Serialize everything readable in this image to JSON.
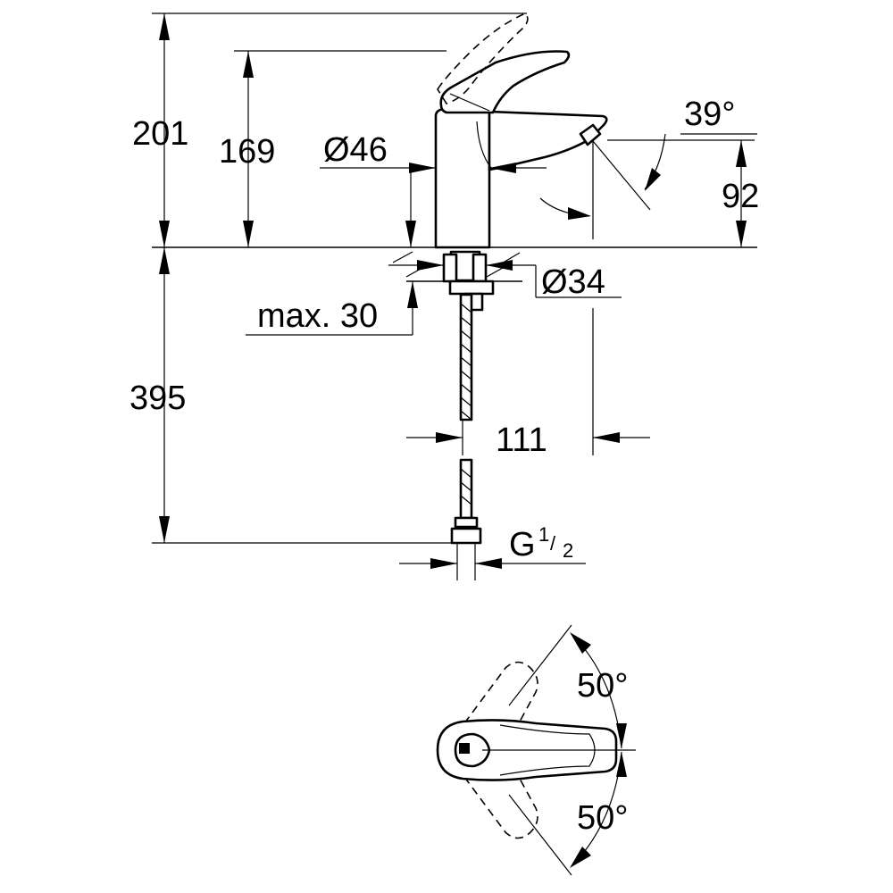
{
  "dimensions": {
    "total_height": "201",
    "spout_height": "169",
    "body_diameter": "Ø46",
    "spout_angle": "39°",
    "spout_outlet_height": "92",
    "mount_hole_diameter": "Ø34",
    "max_deck_thickness": "max. 30",
    "hose_length": "395",
    "spout_reach": "111",
    "thread_prefix": "G",
    "thread_num": "1",
    "thread_den": "2",
    "lever_angle_left": "50°",
    "lever_angle_right": "50°"
  }
}
